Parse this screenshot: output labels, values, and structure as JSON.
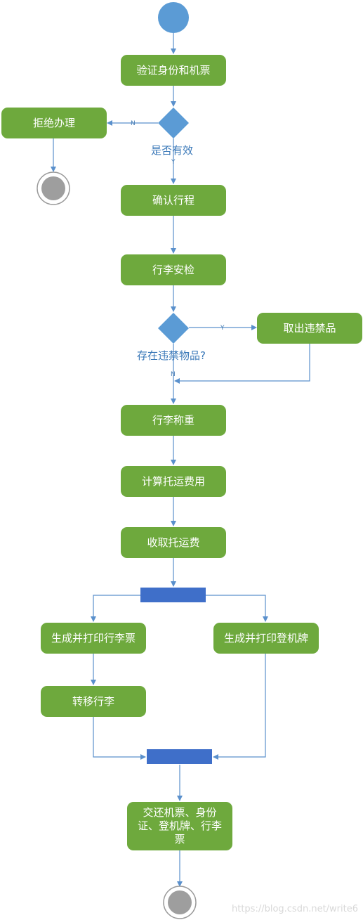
{
  "diagram": {
    "actions": {
      "verify": "验证身份和机票",
      "reject": "拒绝办理",
      "confirm": "确认行程",
      "security": "行李安检",
      "remove": "取出违禁品",
      "weigh": "行李称重",
      "calc": "计算托运费用",
      "collect": "收取托运费",
      "print_tag": "生成并打印行李票",
      "print_pass": "生成并打印登机牌",
      "transfer": "转移行李",
      "return_line1": "交还机票、身份",
      "return_line2": "证、登机牌、行李",
      "return_line3": "票"
    },
    "decisions": {
      "valid": "是否有效",
      "contraband": "存在违禁物品?"
    },
    "edge_labels": {
      "valid_no": "N",
      "valid_yes": "Y",
      "contraband_yes": "Y",
      "contraband_no": "N"
    },
    "colors": {
      "action": "#6ea93d",
      "decision": "#5b9bd5",
      "bar": "#3f6fc9",
      "edge": "#5a90cc"
    }
  },
  "watermark": "https://blog.csdn.net/write6"
}
